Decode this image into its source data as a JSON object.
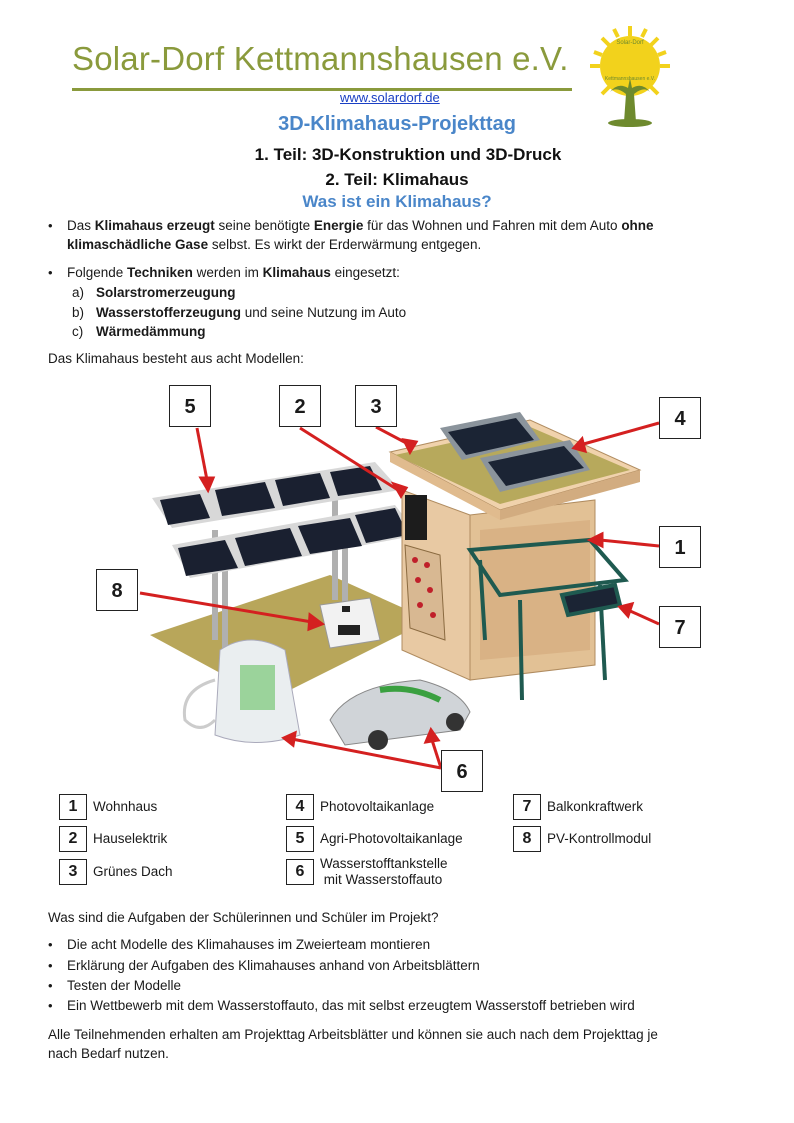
{
  "header": {
    "org_name": "Solar-Dorf Kettmannshausen e.V.",
    "url": "www.solardorf.de",
    "logo_text_top": "Solar-Dorf",
    "logo_text_bottom": "Kettmannshausen e.V."
  },
  "titles": {
    "main": "3D-Klimahaus-Projekttag",
    "part1": "1. Teil: 3D-Konstruktion und 3D-Druck",
    "part2": "2.  Teil: Klimahaus",
    "question": "Was ist ein Klimahaus?"
  },
  "intro_bullets": {
    "b1": {
      "t1": "Das ",
      "b1": "Klimahaus erzeugt",
      "t2": " seine benötigte ",
      "b2": "Energie",
      "t3": " für das Wohnen und Fahren mit dem Auto ",
      "b3": "ohne",
      "b4": "klimaschädliche Gase",
      "t4": " selbst. Es wirkt der Erderwärmung entgegen."
    },
    "b2": {
      "t1": "Folgende ",
      "b1": "Techniken",
      "t2": " werden im ",
      "b2": "Klimahaus",
      "t3": " eingesetzt:"
    },
    "sub": [
      {
        "letter": "a)",
        "bold": "Solarstromerzeugung",
        "rest": ""
      },
      {
        "letter": "b)",
        "bold": "Wasserstofferzeugung",
        "rest": " und seine Nutzung im Auto"
      },
      {
        "letter": "c)",
        "bold": "Wärmedämmung",
        "rest": ""
      }
    ]
  },
  "models_intro": "Das Klimahaus besteht aus acht Modellen:",
  "callouts": [
    "5",
    "2",
    "3",
    "4",
    "1",
    "8",
    "7",
    "6"
  ],
  "legend": [
    {
      "num": "1",
      "label": "Wohnhaus"
    },
    {
      "num": "2",
      "label": "Hauselektrik"
    },
    {
      "num": "3",
      "label": "Grünes Dach"
    },
    {
      "num": "4",
      "label": "Photovoltaikanlage"
    },
    {
      "num": "5",
      "label": "Agri-Photovoltaikanlage"
    },
    {
      "num": "6",
      "label_line1": "Wasserstofftankstelle",
      "label_line2": " mit Wasserstoffauto"
    },
    {
      "num": "7",
      "label": "Balkonkraftwerk"
    },
    {
      "num": "8",
      "label": "PV-Kontrollmodul"
    }
  ],
  "tasks": {
    "question": "Was sind die Aufgaben der Schülerinnen und Schüler im Projekt?",
    "items": [
      "Die acht Modelle des Klimahauses im Zweierteam montieren",
      "Erklärung der Aufgaben des Klimahauses anhand von Arbeitsblättern",
      "Testen der Modelle",
      "Ein Wettbewerb mit dem Wasserstoffauto, das mit selbst erzeugtem Wasserstoff betrieben wird"
    ],
    "closing_line1": "Alle Teilnehmenden erhalten am Projekttag Arbeitsblätter und können sie auch nach dem Projekttag je",
    "closing_line2": "nach Bedarf nutzen."
  },
  "colors": {
    "org_green": "#8a9a3c",
    "heading_blue": "#4a86c9",
    "arrow_red": "#d42020",
    "link_blue": "#1a3fc4"
  }
}
